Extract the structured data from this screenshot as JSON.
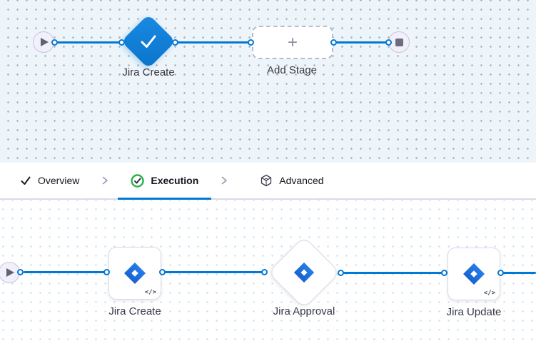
{
  "stage_canvas": {
    "stage": {
      "label": "Jira Create"
    },
    "add_stage": {
      "label": "Add Stage"
    }
  },
  "tab_bar": {
    "tabs": [
      {
        "label": "Overview",
        "icon": "check",
        "active": false
      },
      {
        "label": "Execution",
        "icon": "check-circle",
        "active": true
      },
      {
        "label": "Advanced",
        "icon": "hexagon",
        "active": false
      }
    ]
  },
  "execution_canvas": {
    "steps": [
      {
        "label": "Jira Create",
        "badge": "</>"
      },
      {
        "label": "Jira Approval"
      },
      {
        "label": "Jira Update",
        "badge": "</>"
      }
    ]
  },
  "icons": {
    "play": "triangle-right",
    "stop": "square",
    "plus": "+",
    "overview": "check",
    "execution": "check-circle",
    "advanced": "hexagon",
    "code_badge": "</>",
    "separator": "chevron-right",
    "stage": "check",
    "step": "jira-logo"
  },
  "colors": {
    "edge_blue": "#0278D5",
    "stage_blue": "#0A7CD7",
    "success_green": "#2BB24C",
    "jira_blue_light": "#2E8CF8",
    "jira_blue_dark": "#1053C2",
    "canvas_top_bg": "#EDF5FA"
  }
}
